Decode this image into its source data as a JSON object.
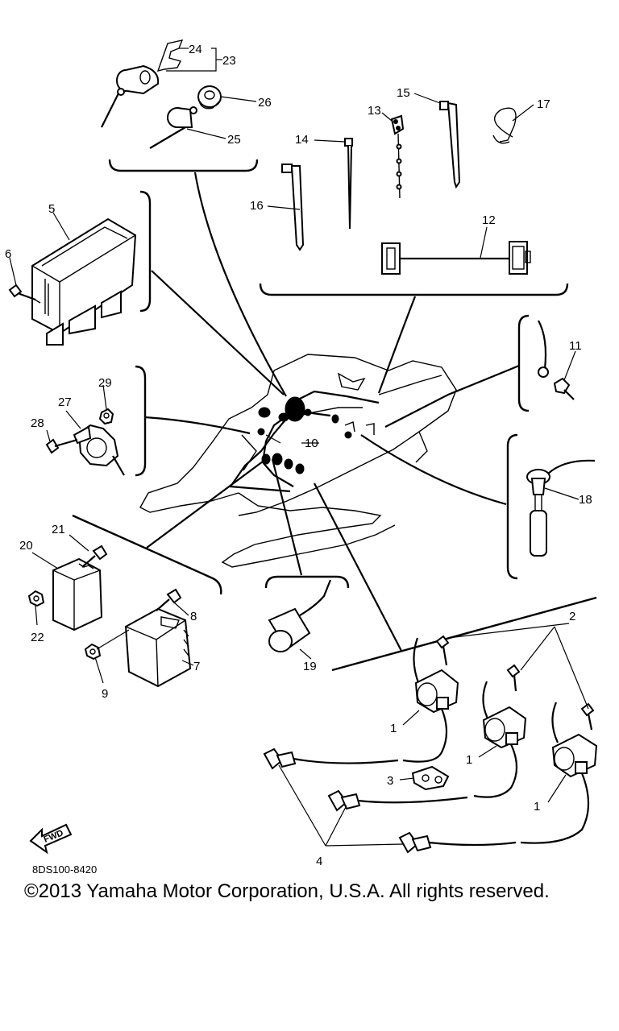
{
  "callouts": [
    "1",
    "1",
    "1",
    "2",
    "3",
    "4",
    "5",
    "6",
    "7",
    "8",
    "9",
    "10",
    "11",
    "12",
    "13",
    "14",
    "15",
    "16",
    "17",
    "18",
    "19",
    "20",
    "21",
    "22",
    "23",
    "24",
    "25",
    "26",
    "27",
    "28",
    "29"
  ],
  "fwd_label": "FWD",
  "doc_code": "8DS100-8420",
  "copyright": "©2013 Yamaha Motor Corporation, U.S.A. All rights reserved."
}
